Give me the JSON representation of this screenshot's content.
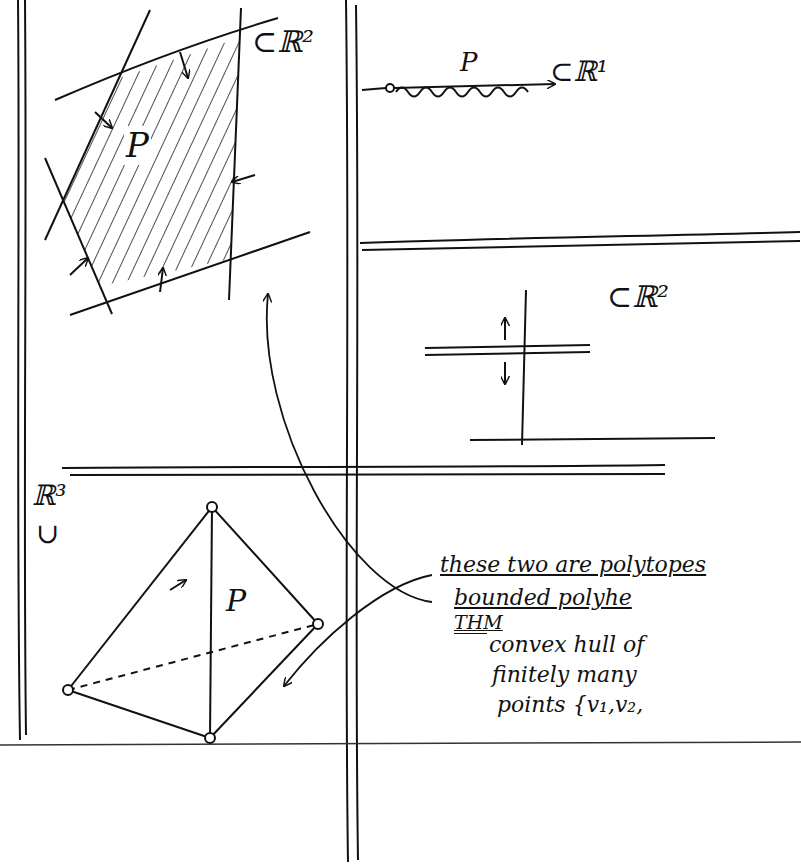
{
  "diagram": {
    "labels": [
      "⊂ℝ²",
      "P",
      "⊂ℝ¹",
      "P",
      "⊂ℝ²",
      "ℝ³",
      "∪",
      "P",
      "these two are polytopes",
      "bounded polyhe",
      "THM",
      "convex hull of",
      "finitely many",
      "points {v₁,v₂,"
    ]
  }
}
